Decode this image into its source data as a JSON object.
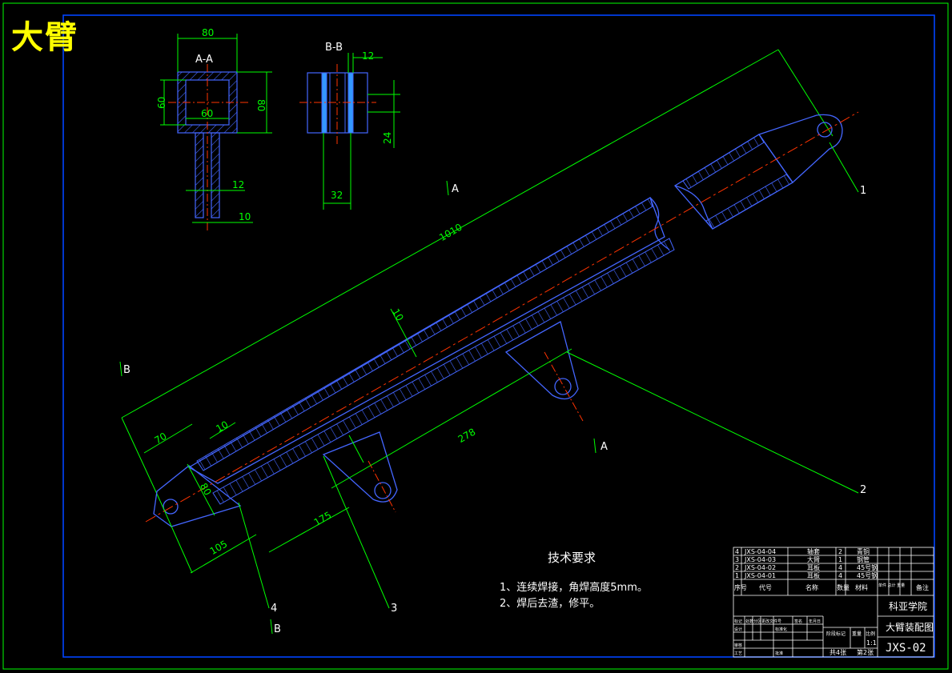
{
  "title": "大臂",
  "section_aa": {
    "label": "A-A",
    "dim_top": "80",
    "dim_inner": "60",
    "dim_left": "60",
    "dim_right": "80",
    "dim_stem": "12",
    "dim_stem_bottom": "10"
  },
  "section_bb": {
    "label": "B-B",
    "dim_top": "12",
    "dim_right": "24",
    "dim_bottom": "32"
  },
  "main_view": {
    "dim_overall": "1010",
    "dim_wall": "10",
    "dim_70": "70",
    "dim_10b": "10",
    "dim_80": "80",
    "dim_105": "105",
    "dim_175": "175",
    "dim_278": "278",
    "cut_a_upper": "A",
    "cut_a_lower": "A",
    "cut_b_left": "B",
    "cut_b_lower": "B",
    "balloons": [
      "1",
      "2",
      "3",
      "4"
    ]
  },
  "tech_requirements": {
    "heading": "技术要求",
    "items": [
      "1、连续焊接，角焊高度5mm。",
      "2、焊后去渣，修平。"
    ]
  },
  "bom": {
    "rows": [
      {
        "no": "4",
        "code": "JXS-04-04",
        "name": "轴套",
        "qty": "2",
        "material": "青铜"
      },
      {
        "no": "3",
        "code": "JXS-04-03",
        "name": "大臂",
        "qty": "1",
        "material": "钢管"
      },
      {
        "no": "2",
        "code": "JXS-04-02",
        "name": "耳板",
        "qty": "4",
        "material": "45号钢"
      },
      {
        "no": "1",
        "code": "JXS-04-01",
        "name": "耳板",
        "qty": "4",
        "material": "45号钢"
      }
    ],
    "header": {
      "no": "序号",
      "code": "代号",
      "name": "名称",
      "qty": "数量",
      "material": "材料",
      "weight": "单件 总计 重量",
      "note": "备注"
    }
  },
  "title_block": {
    "school": "科亚学院",
    "drawing_name": "大臂装配图",
    "drawing_code": "JXS-02",
    "scale": "1:1",
    "sheets_total": "共4张",
    "sheet_no": "第2张",
    "row_labels": [
      "标记",
      "处数",
      "分区",
      "更改文件号",
      "签名",
      "年月日"
    ],
    "role_labels": [
      "设计",
      "审核",
      "工艺"
    ],
    "role_labels2": [
      "标准化",
      "批准"
    ],
    "stage_labels": [
      "阶段标记",
      "重量",
      "比例"
    ]
  },
  "colors": {
    "frame": "#00ff00",
    "outline": "#0000ff",
    "centerline": "#ff3300",
    "hatch": "#4466ff",
    "dimension": "#00ff00",
    "title": "#ffff00",
    "accent": "#3399ff"
  }
}
